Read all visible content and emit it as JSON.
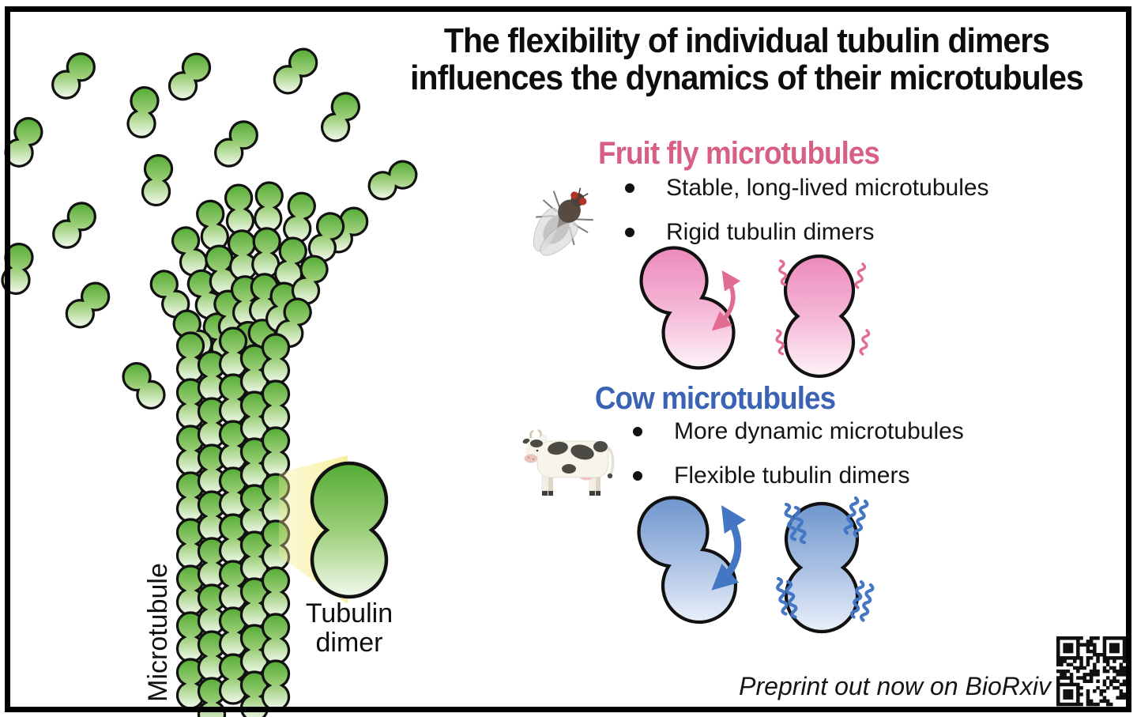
{
  "title": {
    "line1": "The flexibility of individual tubulin dimers",
    "line2": "influences the dynamics of their microtubules"
  },
  "left_panel": {
    "microtubule_label": "Microtubule",
    "dimer_label_line1": "Tubulin",
    "dimer_label_line2": "dimer"
  },
  "sections": {
    "fly": {
      "heading": "Fruit fly microtubules",
      "heading_color": "#d75f83",
      "bullets": [
        "Stable, long-lived microtubules",
        "Rigid tubulin dimers"
      ],
      "animal_icon": "fruit-fly-icon"
    },
    "cow": {
      "heading": "Cow microtubules",
      "heading_color": "#3a63b5",
      "bullets": [
        "More dynamic microtubules",
        "Flexible tubulin dimers"
      ],
      "animal_icon": "cow-icon"
    }
  },
  "footer": {
    "preprint_text": "Preprint out now on BioRxiv",
    "qr_icon": "qr-code"
  },
  "colors": {
    "outline": "#111111",
    "green_dark": "#55ac35",
    "green_mid": "#9bce78",
    "green_light": "#f2f9ec",
    "pink_top": "#ec8abb",
    "pink_mid": "#f4b6d6",
    "pink_light": "#fdf3f8",
    "pink_accent": "#e26d92",
    "blue_top": "#6f96cd",
    "blue_mid": "#a9c0e3",
    "blue_light": "#e9effa",
    "blue_accent": "#4377c4",
    "yellow_glow": "#f6ee96"
  }
}
